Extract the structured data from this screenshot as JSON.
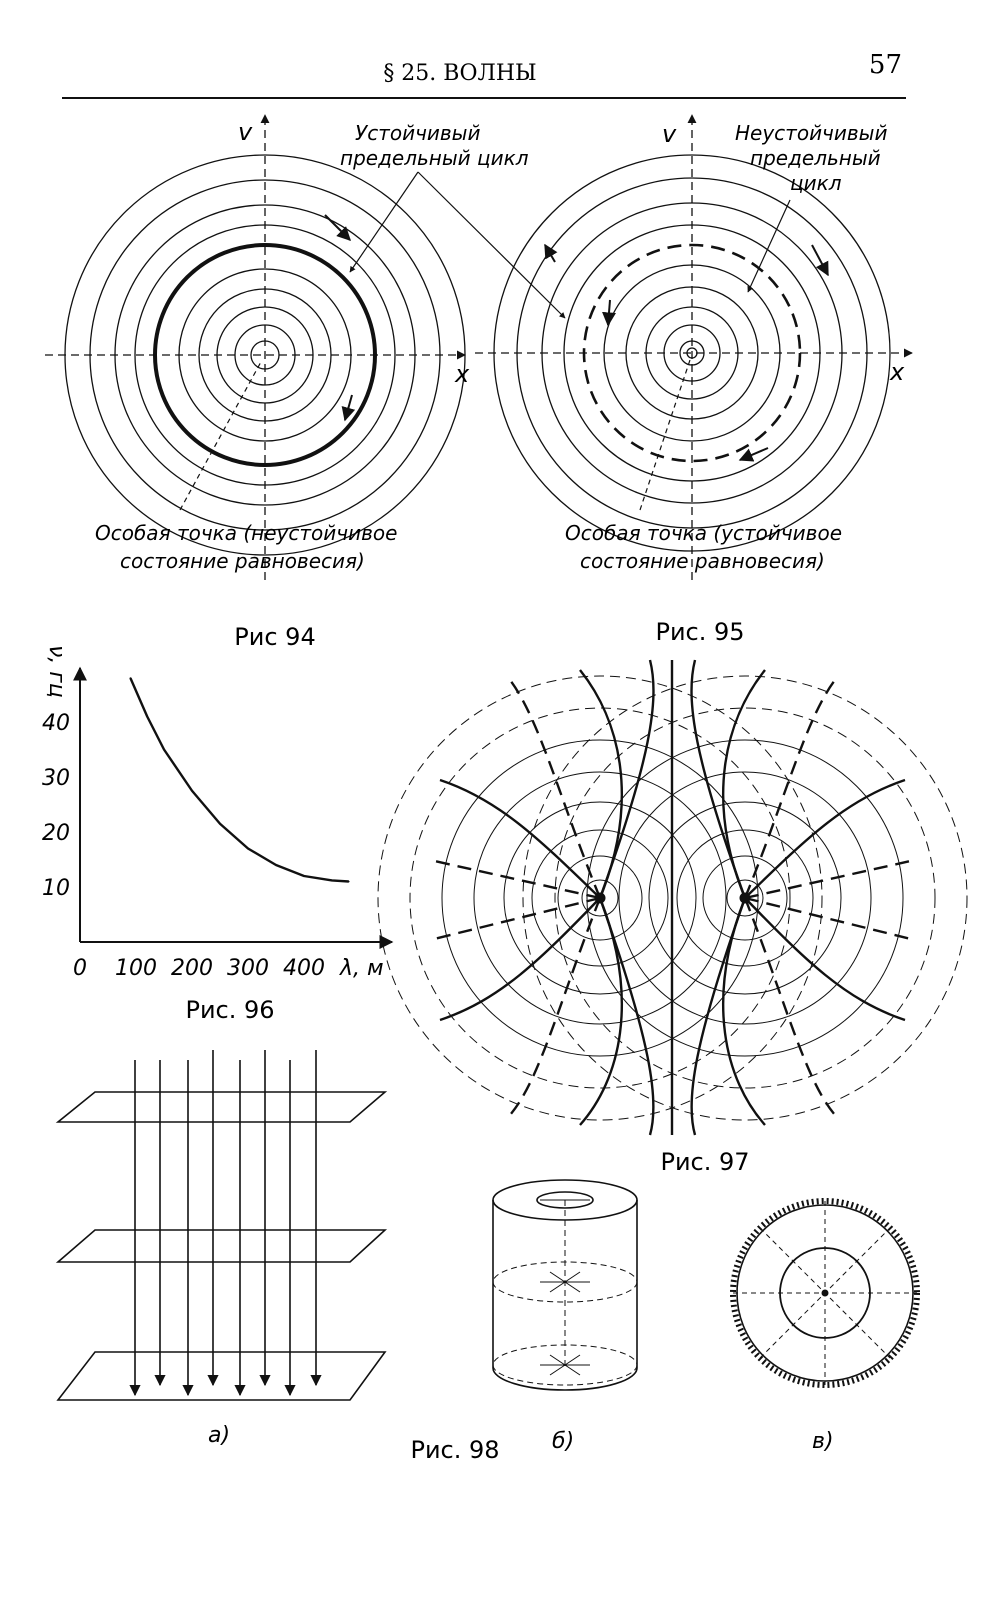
{
  "header": {
    "section_title": "§ 25. ВОЛНЫ",
    "page_number": "57"
  },
  "fig94": {
    "caption": "Рис 94",
    "axis_v": "v",
    "axis_x": "x",
    "label_cycle_line1": "Устойчивый",
    "label_cycle_line2": "предельный цикл",
    "label_point_line1": "Особая точка (неустойчивое",
    "label_point_line2": "состояние равновесия)"
  },
  "fig95": {
    "caption": "Рис. 95",
    "axis_v": "v",
    "axis_x": "x",
    "label_cycle_line1": "Неустойчивый",
    "label_cycle_line2": "предельный",
    "label_cycle_line3": "цикл",
    "label_point_line1": "Особая точка (устойчивое",
    "label_point_line2": "состояние равновесия)"
  },
  "fig96": {
    "caption": "Рис. 96"
  },
  "fig97": {
    "caption": "Рис. 97"
  },
  "fig98": {
    "caption": "Рис. 98",
    "label_a": "a)",
    "label_b": "б)",
    "label_c": "в)"
  },
  "chart_data": {
    "type": "line",
    "xlabel": "λ, м",
    "ylabel": "ν, гц",
    "x_ticks": [
      "0",
      "100",
      "200",
      "300",
      "400"
    ],
    "y_ticks": [
      "10",
      "20",
      "30",
      "40"
    ],
    "xlim": [
      0,
      560
    ],
    "ylim": [
      0,
      52
    ],
    "grid": false,
    "series": [
      {
        "x": [
          90,
          120,
          150,
          200,
          250,
          300,
          350,
          400,
          450,
          480
        ],
        "y": [
          48,
          41,
          35,
          27.5,
          21.5,
          17,
          14,
          12,
          11.2,
          11
        ]
      }
    ]
  }
}
